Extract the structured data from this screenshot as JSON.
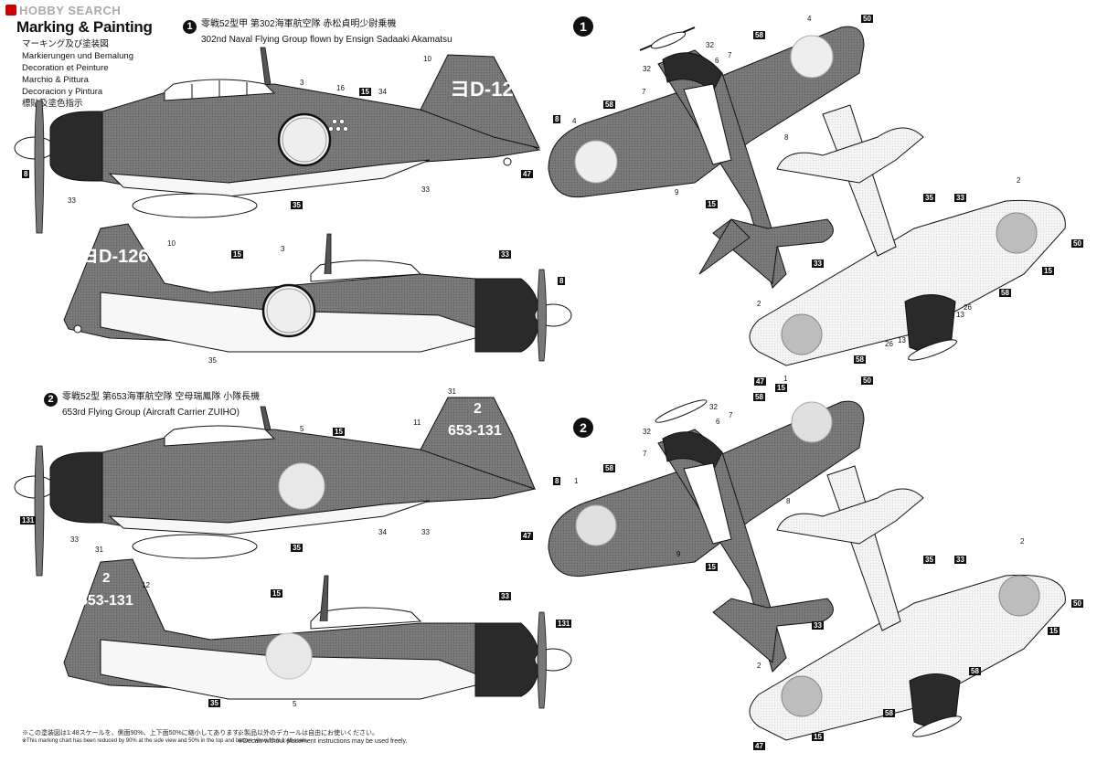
{
  "logo": {
    "text": "HOBBY SEARCH"
  },
  "title": "Marking & Painting",
  "subtitles": [
    "マーキング及び塗装図",
    "Markierungen und Bemalung",
    "Decoration et Peinture",
    "Marchio & Pittura",
    "Decoracion y Pintura",
    "標貼及塗色指示"
  ],
  "scheme1": {
    "badge": "1",
    "heading_jp": "零戦52型甲  第302海軍航空隊 赤松貞明少尉乗機",
    "heading_en": "302nd Naval Flying Group flown by Ensign Sadaaki Akamatsu",
    "tail_code": "ヨD-126"
  },
  "scheme2": {
    "badge": "2",
    "heading_jp": "零戦52型  第653海軍航空隊 空母瑞鳳隊 小隊長機",
    "heading_en": "653rd Flying Group (Aircraft Carrier ZUIHO)",
    "tail_code_top": "2",
    "tail_code": "653-131"
  },
  "callouts": {
    "c3": "3",
    "c4": "4",
    "c8": "8",
    "c10": "10",
    "c11": "11",
    "c12": "12",
    "c15": "15",
    "c16": "16",
    "c33": "33",
    "c34": "34",
    "c35": "35",
    "c31": "31",
    "c5": "5",
    "c131": "131",
    "c50": "50",
    "c58": "58",
    "c32": "32",
    "c6": "6",
    "c7": "7",
    "c47": "47",
    "c9": "9",
    "c2": "2",
    "c1": "1",
    "c13": "13",
    "c26": "26"
  },
  "notes": {
    "left_jp": "※この塗装図は1:48スケールを、側面90%、上下面50%に縮小してあります。",
    "left_en": "※This marking chart has been reduced by 90% at the side view and 50% in the top and bottom views from 1:48 scale.",
    "right_jp": "※製品以外のデカールは自由にお使いください。",
    "right_en": "※Decals without placement instructions may be used freely."
  }
}
